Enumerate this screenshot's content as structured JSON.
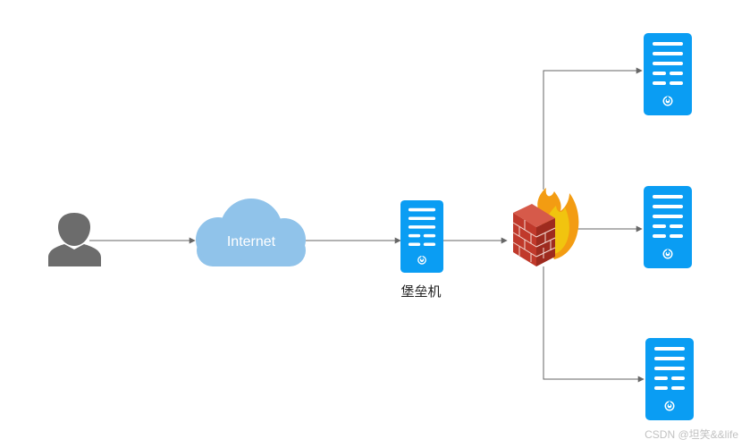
{
  "nodes": {
    "user": {
      "icon": "user-icon"
    },
    "internet": {
      "label": "Internet",
      "icon": "cloud-icon"
    },
    "bastion": {
      "label": "堡垒机",
      "icon": "server-icon"
    },
    "firewall": {
      "icon": "firewall-icon"
    },
    "servers": [
      {
        "icon": "server-icon"
      },
      {
        "icon": "server-icon"
      },
      {
        "icon": "server-icon"
      }
    ]
  },
  "watermark": "CSDN @坦笑&&life",
  "colors": {
    "server": "#0a9df3",
    "cloud": "#90c3ea",
    "user": "#6c6c6c",
    "edge": "#666666",
    "brick": "#c0392b",
    "flame": "#f39c12"
  }
}
